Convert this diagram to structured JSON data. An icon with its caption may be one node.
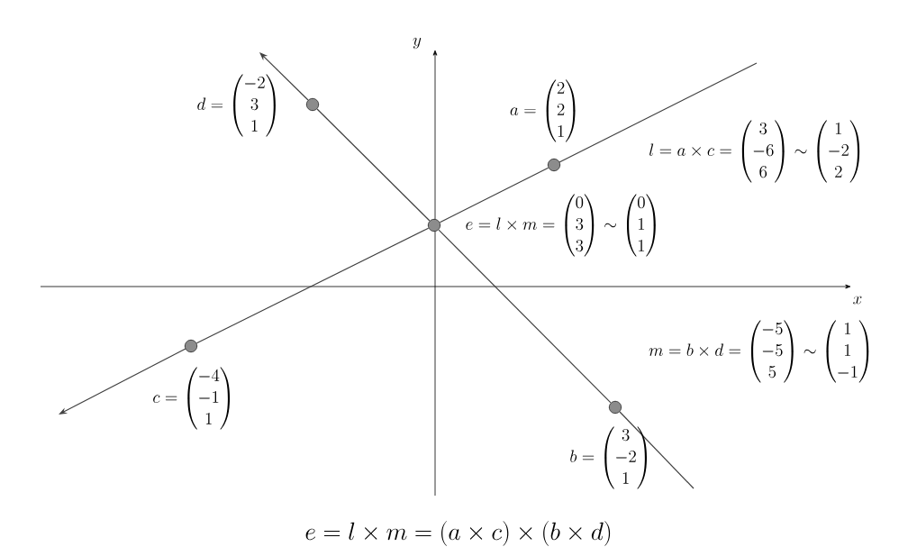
{
  "diagram": {
    "caption": "e = l \\times m = (a \\times c) \\times (b \\times d)",
    "nodes": [
      {
        "text": [
          "a = \\begin{pmatrix}2\\\\2\\\\1\\end{pmatrix}"
        ]
      },
      {
        "text": [
          "b = \\begin{pmatrix}3\\\\-2\\\\1\\end{pmatrix}"
        ]
      },
      {
        "text": [
          "c = \\begin{pmatrix}-4\\\\-1\\\\1\\end{pmatrix}"
        ]
      },
      {
        "text": [
          "d = \\begin{pmatrix}-2\\\\3\\\\1\\end{pmatrix}"
        ]
      },
      {
        "text": [
          "e = l \\times m = \\begin{pmatrix}0\\\\3\\\\3\\end{pmatrix} \\sim \\begin{pmatrix}0\\\\1\\\\1\\end{pmatrix}"
        ]
      }
    ],
    "edges": [
      {
        "from": 2,
        "to": 4,
        "arrow": "none"
      },
      {
        "from": 4,
        "to": 0,
        "arrow": "none"
      },
      {
        "from": 3,
        "to": 4,
        "arrow": "none"
      },
      {
        "from": 4,
        "to": 1,
        "arrow": "none"
      }
    ],
    "labels": [
      "y",
      "l = a \\times c = \\begin{pmatrix}3\\\\-6\\\\6\\end{pmatrix} \\sim \\begin{pmatrix}1\\\\-2\\\\2\\end{pmatrix}",
      "x",
      "m = b \\times d = \\begin{pmatrix}-5\\\\-5\\\\5\\end{pmatrix} \\sim \\begin{pmatrix}1\\\\1\\\\-1\\end{pmatrix}"
    ]
  }
}
